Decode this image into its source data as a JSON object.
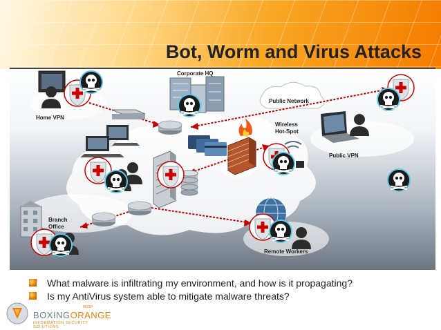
{
  "slide": {
    "title": "Bot, Worm and Virus Attacks",
    "colors": {
      "accent": "#f07f00",
      "attack_line": "#c00000",
      "shield_red": "#cc0000",
      "skull_bg": "#111111"
    }
  },
  "diagram": {
    "labels": {
      "corporate_hq": "Corporate HQ",
      "public_network": "Public Network",
      "home_vpn": "Home VPN",
      "wireless_line1": "Wireless",
      "wireless_line2": "Hot-Spot",
      "public_vpn": "Public VPN",
      "branch_line1": "Branch",
      "branch_line2": "Office",
      "remote_workers": "Remote Workers"
    },
    "icons": [
      "shield-cross-icon",
      "skull-icon",
      "router-icon",
      "server-icon",
      "firewall-icon",
      "building-icon",
      "laptop-icon",
      "monitor-icon",
      "globe-icon",
      "wifi-icon",
      "user-icon"
    ]
  },
  "bullets": [
    "What malware is infiltrating my environment, and how is it propagating?",
    "Is my AntiVirus system able to mitigate malware threats?"
  ],
  "logo": {
    "brand_part1": "BOXING",
    "brand_part2": "ORANGE",
    "tagline": "INFORMATION SECURITY SOLUTIONS",
    "tag": "MSSP"
  }
}
